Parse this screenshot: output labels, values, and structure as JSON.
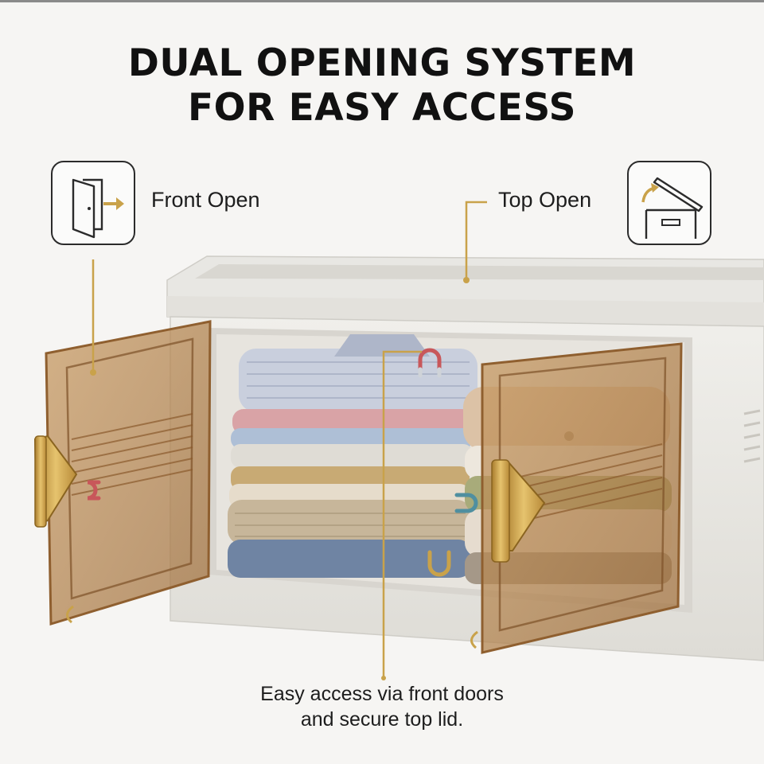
{
  "headline": {
    "line1": "DUAL OPENING SYSTEM",
    "line2": "FOR EASY ACCESS"
  },
  "features": {
    "front": {
      "label": "Front Open",
      "icon": "door-open-icon"
    },
    "top": {
      "label": "Top Open",
      "icon": "box-lid-open-icon"
    }
  },
  "caption": {
    "line1": "Easy access via front doors",
    "line2": "and secure top lid."
  },
  "colors": {
    "accent_gold": "#c9a24a",
    "door_amber": "#b9874f",
    "box_white": "#ecebe7",
    "text": "#1d1d1d"
  }
}
